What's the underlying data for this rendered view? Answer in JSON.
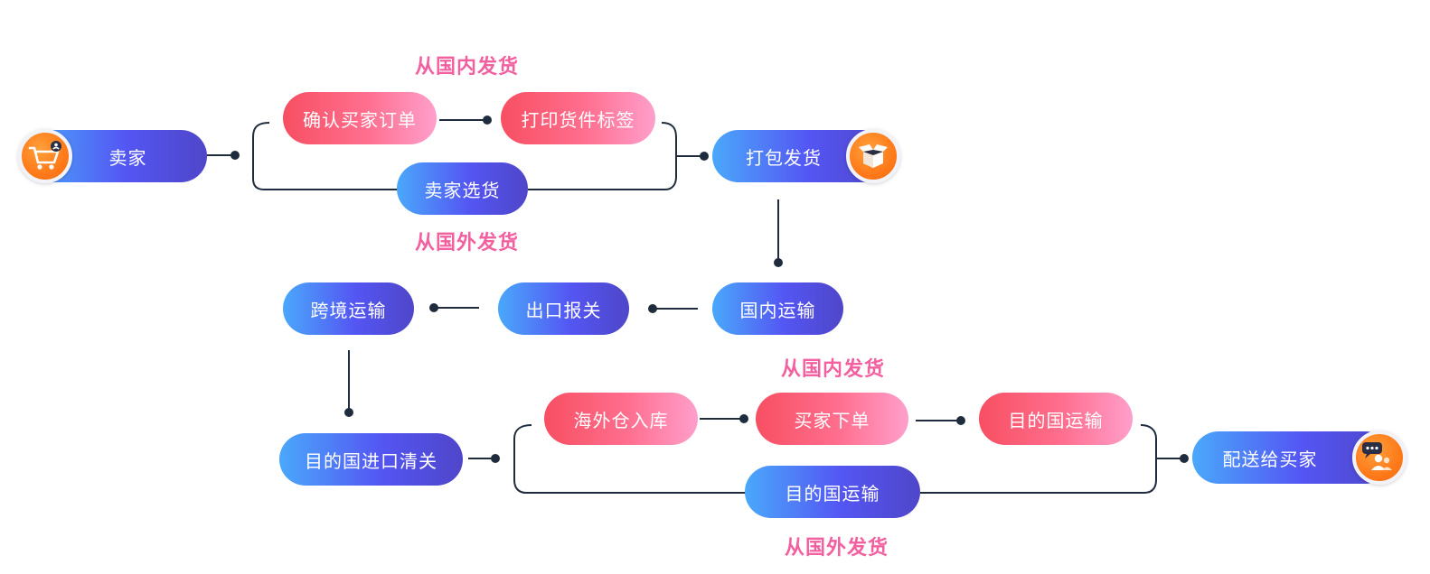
{
  "nodes": {
    "seller": "卖家",
    "confirm_order": "确认买家订单",
    "print_label": "打印货件标签",
    "seller_pick": "卖家选货",
    "pack_ship": "打包发货",
    "domestic_transport": "国内运输",
    "export_customs": "出口报关",
    "cross_border": "跨境运输",
    "import_customs": "目的国进口清关",
    "overseas_warehouse": "海外仓入库",
    "buyer_order": "买家下单",
    "dest_transport_top": "目的国运输",
    "dest_transport_bottom": "目的国运输",
    "deliver_buyer": "配送给买家"
  },
  "captions": {
    "top_domestic": "从国内发货",
    "top_overseas": "从国外发货",
    "bottom_domestic": "从国内发货",
    "bottom_overseas": "从国外发货"
  },
  "icons": {
    "seller": "shopping-cart-icon",
    "pack_ship": "open-box-icon",
    "deliver_buyer": "chat-users-icon"
  },
  "colors": {
    "blue_start": "#4aa8fb",
    "blue_end": "#4f46c9",
    "pink_start": "#f74f62",
    "pink_end": "#ff9fcb",
    "caption": "#f2609f",
    "icon_orange": "#ff7a1a",
    "connector": "#1f2c3d"
  }
}
